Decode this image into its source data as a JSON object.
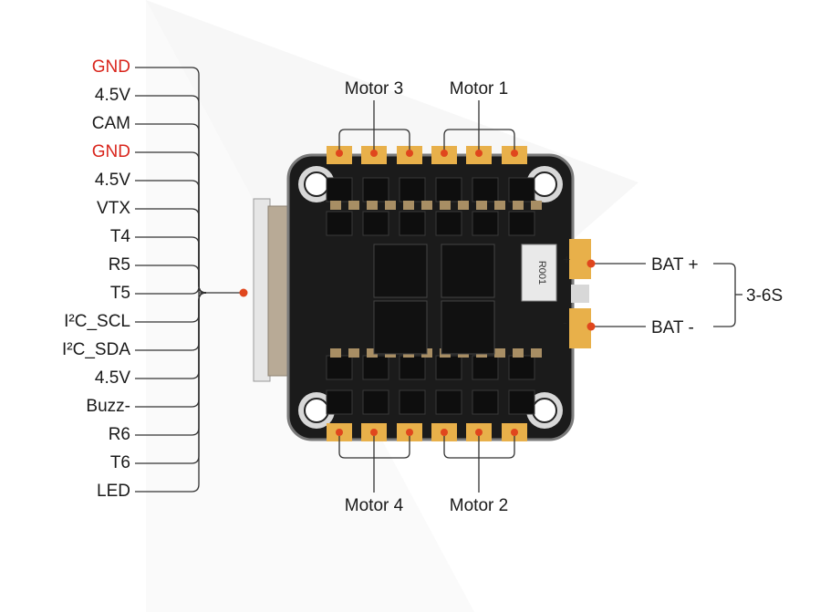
{
  "colors": {
    "accent": "#d9251c",
    "line": "#333333",
    "pcb": "#1b1b1b",
    "pad": "#e8b04a",
    "text": "#1a1a1a"
  },
  "pins": [
    {
      "label": "GND",
      "red": true
    },
    {
      "label": "4.5V",
      "red": false
    },
    {
      "label": "CAM",
      "red": false
    },
    {
      "label": "GND",
      "red": true
    },
    {
      "label": "4.5V",
      "red": false
    },
    {
      "label": "VTX",
      "red": false
    },
    {
      "label": "T4",
      "red": false
    },
    {
      "label": "R5",
      "red": false
    },
    {
      "label": "T5",
      "red": false
    },
    {
      "label": "I²C_SCL",
      "red": false
    },
    {
      "label": "I²C_SDA",
      "red": false
    },
    {
      "label": "4.5V",
      "red": false
    },
    {
      "label": "Buzz-",
      "red": false
    },
    {
      "label": "R6",
      "red": false
    },
    {
      "label": "T6",
      "red": false
    },
    {
      "label": "LED",
      "red": false
    }
  ],
  "motors": {
    "motor3": "Motor 3",
    "motor1": "Motor 1",
    "motor4": "Motor 4",
    "motor2": "Motor 2"
  },
  "power": {
    "bat_plus": "BAT +",
    "bat_minus": "BAT -",
    "voltage": "3-6S",
    "plus_mark": "+",
    "minus_mark": "-"
  },
  "board": {
    "resistor_marking": "R001"
  }
}
